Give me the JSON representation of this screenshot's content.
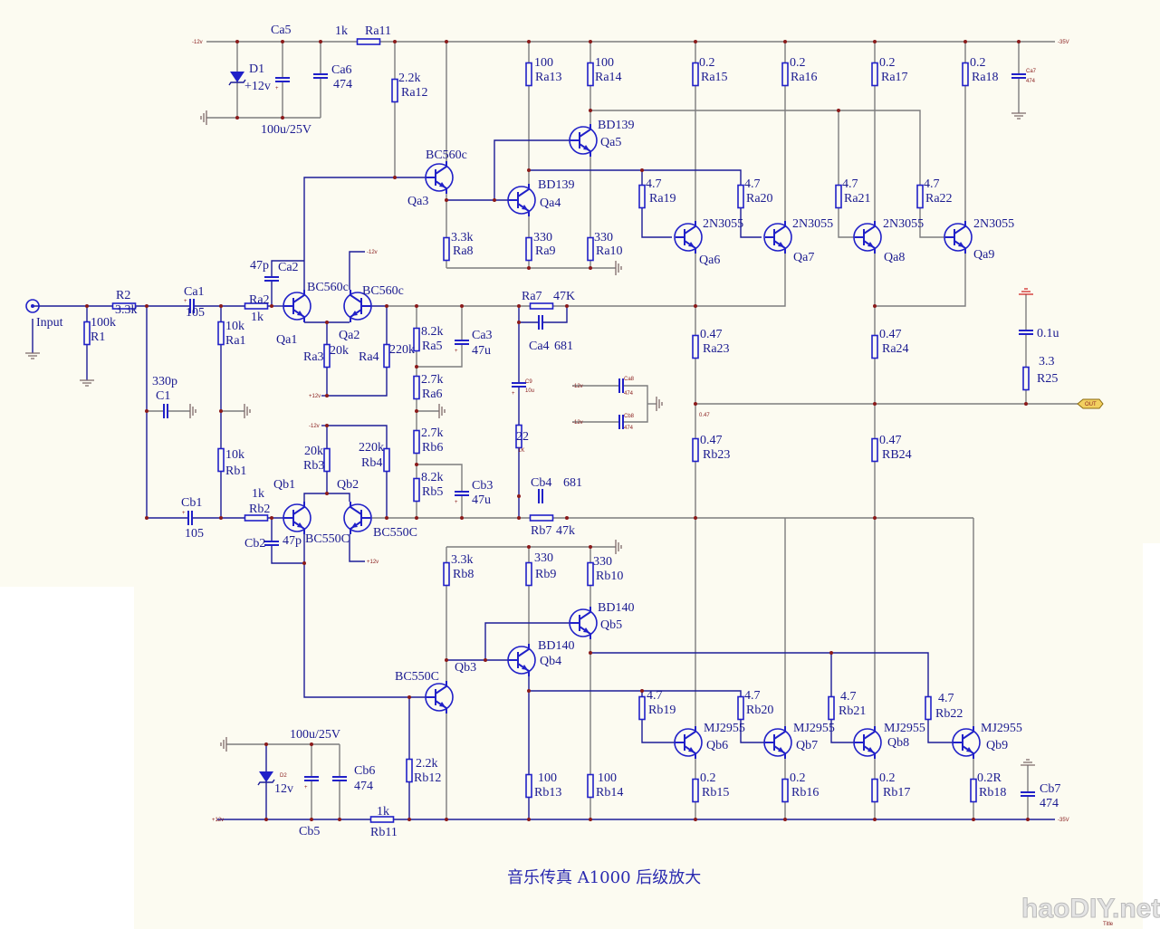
{
  "title": "音乐传真 A1000 后级放大",
  "watermark": "haoDIY.net",
  "title_block_label": "Title",
  "rails": {
    "neg12_top": "-12v",
    "pos12_bottom": "+12v",
    "neg35_top": "-35V",
    "neg35_bottom": "-35V",
    "small_neg12": "-12v",
    "small_pos12": "+12v"
  },
  "ports": {
    "input": "Input",
    "output": "OUT"
  },
  "notes": {
    "emitter_node": "0.47"
  },
  "colors": {
    "wire": "#7d7d7d",
    "net": "#1c1c98",
    "part": "#2020c8",
    "junction": "#8b1a1a",
    "background": "#FCFBF1"
  },
  "components": {
    "Ra11": {
      "ref": "Ra11",
      "value": "1k"
    },
    "Ra12": {
      "ref": "Ra12",
      "value": "2.2k"
    },
    "Ra13": {
      "ref": "Ra13",
      "value": "100"
    },
    "Ra14": {
      "ref": "Ra14",
      "value": "100"
    },
    "Ra15": {
      "ref": "Ra15",
      "value": "0.2"
    },
    "Ra16": {
      "ref": "Ra16",
      "value": "0.2"
    },
    "Ra17": {
      "ref": "Ra17",
      "value": "0.2"
    },
    "Ra18": {
      "ref": "Ra18",
      "value": "0.2"
    },
    "Ra8": {
      "ref": "Ra8",
      "value": "3.3k"
    },
    "Ra9": {
      "ref": "Ra9",
      "value": "330"
    },
    "Ra10": {
      "ref": "Ra10",
      "value": "330"
    },
    "Ra19": {
      "ref": "Ra19",
      "value": "4.7"
    },
    "Ra20": {
      "ref": "Ra20",
      "value": "4.7"
    },
    "Ra21": {
      "ref": "Ra21",
      "value": "4.7"
    },
    "Ra22": {
      "ref": "Ra22",
      "value": "4.7"
    },
    "R1": {
      "ref": "R1",
      "value": "100k"
    },
    "R2": {
      "ref": "R2",
      "value": "3.3k"
    },
    "Ra1": {
      "ref": "Ra1",
      "value": "10k"
    },
    "Rb1": {
      "ref": "Rb1",
      "value": "10k"
    },
    "Ra2": {
      "ref": "Ra2",
      "value": "1k"
    },
    "Rb2": {
      "ref": "Rb2",
      "value": "1k"
    },
    "Ra3": {
      "ref": "Ra3",
      "value": "20k"
    },
    "Ra4": {
      "ref": "Ra4",
      "value": "220k"
    },
    "Rb3": {
      "ref": "Rb3",
      "value": "20k"
    },
    "Rb4": {
      "ref": "Rb4",
      "value": "220k"
    },
    "Ra5": {
      "ref": "Ra5",
      "value": "8.2k"
    },
    "Ra6": {
      "ref": "Ra6",
      "value": "2.7k"
    },
    "Rb6": {
      "ref": "Rb6",
      "value": "2.7k"
    },
    "Rb5": {
      "ref": "Rb5",
      "value": "8.2k"
    },
    "Ra7": {
      "ref": "Ra7",
      "value": "47K"
    },
    "Rb7": {
      "ref": "Rb7",
      "value": "47k"
    },
    "R22": {
      "ref": "22",
      "value": "1K"
    },
    "Ra23": {
      "ref": "Ra23",
      "value": "0.47"
    },
    "Ra24": {
      "ref": "Ra24",
      "value": "0.47"
    },
    "Rb23": {
      "ref": "Rb23",
      "value": "0.47"
    },
    "RB24": {
      "ref": "RB24",
      "value": "0.47"
    },
    "R25": {
      "ref": "R25",
      "value": "3.3"
    },
    "Rb8": {
      "ref": "Rb8",
      "value": "3.3k"
    },
    "Rb9": {
      "ref": "Rb9",
      "value": "330"
    },
    "Rb10": {
      "ref": "Rb10",
      "value": "330"
    },
    "Rb12": {
      "ref": "Rb12",
      "value": "2.2k"
    },
    "Rb13": {
      "ref": "Rb13",
      "value": "100"
    },
    "Rb14": {
      "ref": "Rb14",
      "value": "100"
    },
    "Rb11": {
      "ref": "Rb11",
      "value": "1k"
    },
    "Rb19": {
      "ref": "Rb19",
      "value": "4.7"
    },
    "Rb20": {
      "ref": "Rb20",
      "value": "4.7"
    },
    "Rb21": {
      "ref": "Rb21",
      "value": "4.7"
    },
    "Rb22": {
      "ref": "Rb22",
      "value": "4.7"
    },
    "Rb15": {
      "ref": "Rb15",
      "value": "0.2"
    },
    "Rb16": {
      "ref": "Rb16",
      "value": "0.2"
    },
    "Rb17": {
      "ref": "Rb17",
      "value": "0.2"
    },
    "Rb18": {
      "ref": "Rb18",
      "value": "0.2R"
    },
    "Ca5": {
      "ref": "Ca5",
      "value": "100u/25V"
    },
    "Ca6": {
      "ref": "Ca6",
      "value": "474"
    },
    "Ca7": {
      "ref": "Ca7",
      "value": "474"
    },
    "Ca1": {
      "ref": "Ca1",
      "value": "105"
    },
    "Cb1": {
      "ref": "Cb1",
      "value": "105"
    },
    "C1": {
      "ref": "C1",
      "value": "330p"
    },
    "Ca2": {
      "ref": "Ca2",
      "value": "47p"
    },
    "Cb2": {
      "ref": "Cb2",
      "value": "47p"
    },
    "Ca3": {
      "ref": "Ca3",
      "value": "47u"
    },
    "Cb3": {
      "ref": "Cb3",
      "value": "47u"
    },
    "Ca4": {
      "ref": "Ca4",
      "value": "681"
    },
    "Cb4": {
      "ref": "Cb4",
      "value": "681"
    },
    "C9": {
      "ref": "C9",
      "value": "10u"
    },
    "Ca8": {
      "ref": "Ca8",
      "value": "474"
    },
    "Cb8": {
      "ref": "Cb8",
      "value": "474"
    },
    "Cout": {
      "value": "0.1u"
    },
    "Cb5": {
      "ref": "Cb5",
      "value": "100u/25V"
    },
    "Cb6": {
      "ref": "Cb6",
      "value": "474"
    },
    "Cb7": {
      "ref": "Cb7",
      "value": "474"
    },
    "D1": {
      "ref": "D1",
      "value": "+12v"
    },
    "D2": {
      "ref": "D2",
      "value": "12v"
    },
    "Qa1": {
      "ref": "Qa1",
      "value": "BC560c"
    },
    "Qa2": {
      "ref": "Qa2",
      "value": "BC560c"
    },
    "Qa3": {
      "ref": "Qa3",
      "value": "BC560c"
    },
    "Qa4": {
      "ref": "Qa4",
      "value": "BD139"
    },
    "Qa5": {
      "ref": "Qa5",
      "value": "BD139"
    },
    "Qa6": {
      "ref": "Qa6",
      "value": "2N3055"
    },
    "Qa7": {
      "ref": "Qa7",
      "value": "2N3055"
    },
    "Qa8": {
      "ref": "Qa8",
      "value": "2N3055"
    },
    "Qa9": {
      "ref": "Qa9",
      "value": "2N3055"
    },
    "Qb1": {
      "ref": "Qb1",
      "value": "BC550C"
    },
    "Qb2": {
      "ref": "Qb2",
      "value": "BC550C"
    },
    "Qb3": {
      "ref": "Qb3",
      "value": "BC550C"
    },
    "Qb4": {
      "ref": "Qb4",
      "value": "BD140"
    },
    "Qb5": {
      "ref": "Qb5",
      "value": "BD140"
    },
    "Qb6": {
      "ref": "Qb6",
      "value": "MJ2955"
    },
    "Qb7": {
      "ref": "Qb7",
      "value": "MJ2955"
    },
    "Qb8": {
      "ref": "Qb8",
      "value": "MJ2955"
    },
    "Qb9": {
      "ref": "Qb9",
      "value": "MJ2955"
    }
  }
}
